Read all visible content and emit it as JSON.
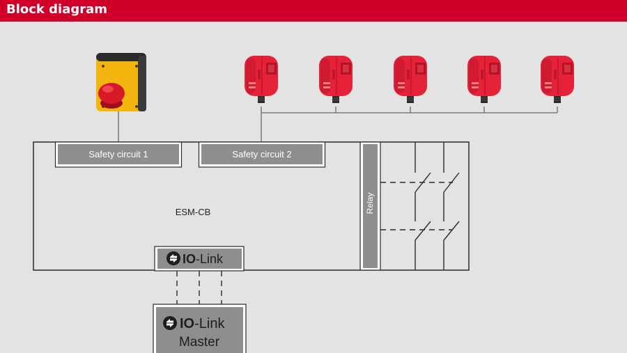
{
  "header": {
    "title": "Block diagram"
  },
  "controller": {
    "name": "ESM-CB"
  },
  "circuits": [
    {
      "label": "Safety circuit 1"
    },
    {
      "label": "Safety circuit 2"
    }
  ],
  "relay": {
    "label": "Relay"
  },
  "iolink": {
    "device_brand_bold": "IO",
    "device_brand_rest": "-Link",
    "master_brand_bold": "IO",
    "master_brand_rest": "-Link",
    "master_label": "Master"
  },
  "sensors": {
    "count": 5
  },
  "icons": {
    "emergency_stop": "emergency-stop-button-icon",
    "safety_sensor": "safety-sensor-icon",
    "iolink_logo": "iolink-logo-icon"
  },
  "colors": {
    "header": "#d0002b",
    "background": "#e3e3e4",
    "box_fill": "#8e8e8e",
    "sensor_red": "#e62238",
    "estop_yellow": "#f5b50f",
    "estop_red": "#d7192a"
  }
}
